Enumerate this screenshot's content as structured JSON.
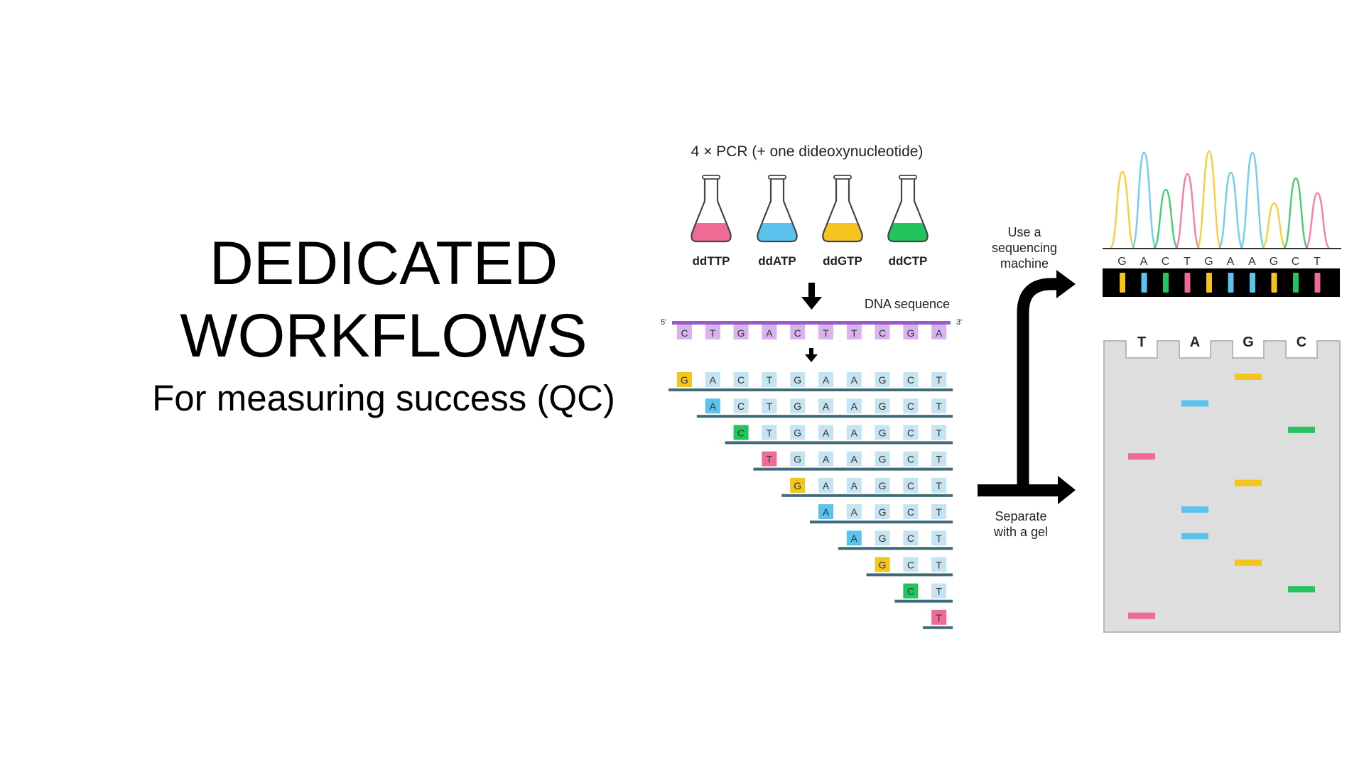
{
  "slide": {
    "title_line1": "DEDICATED",
    "title_line2": "WORKFLOWS",
    "subtitle": "For measuring success (QC)"
  },
  "diagram": {
    "pcr_caption": "4 × PCR (+ one dideoxynucleotide)",
    "flasks": [
      {
        "label": "ddTTP",
        "base": "T",
        "color": "#f06b94"
      },
      {
        "label": "ddATP",
        "base": "A",
        "color": "#5cc3ef"
      },
      {
        "label": "ddGTP",
        "base": "G",
        "color": "#f5c51f"
      },
      {
        "label": "ddCTP",
        "base": "C",
        "color": "#23c35e"
      }
    ],
    "dna_sequence_label": "DNA sequence",
    "five_prime": "5'",
    "three_prime": "3'",
    "template": [
      "C",
      "T",
      "G",
      "A",
      "C",
      "T",
      "T",
      "C",
      "G",
      "A"
    ],
    "fragments": [
      [
        "G",
        "A",
        "C",
        "T",
        "G",
        "A",
        "A",
        "G",
        "C",
        "T"
      ],
      [
        "A",
        "C",
        "T",
        "G",
        "A",
        "A",
        "G",
        "C",
        "T"
      ],
      [
        "C",
        "T",
        "G",
        "A",
        "A",
        "G",
        "C",
        "T"
      ],
      [
        "T",
        "G",
        "A",
        "A",
        "G",
        "C",
        "T"
      ],
      [
        "G",
        "A",
        "A",
        "G",
        "C",
        "T"
      ],
      [
        "A",
        "A",
        "G",
        "C",
        "T"
      ],
      [
        "A",
        "G",
        "C",
        "T"
      ],
      [
        "G",
        "C",
        "T"
      ],
      [
        "C",
        "T"
      ],
      [
        "T"
      ]
    ],
    "sequencer_label": [
      "Use a",
      "sequencing",
      "machine"
    ],
    "gel_label": [
      "Separate",
      "with a gel"
    ],
    "chromatogram_sequence": [
      "G",
      "A",
      "C",
      "T",
      "G",
      "A",
      "A",
      "G",
      "C",
      "T"
    ],
    "gel_lanes": [
      "T",
      "A",
      "G",
      "C"
    ],
    "gel_bands": [
      {
        "lane": "G",
        "row": 0
      },
      {
        "lane": "A",
        "row": 1
      },
      {
        "lane": "C",
        "row": 2
      },
      {
        "lane": "T",
        "row": 3
      },
      {
        "lane": "G",
        "row": 4
      },
      {
        "lane": "A",
        "row": 5
      },
      {
        "lane": "A",
        "row": 6
      },
      {
        "lane": "G",
        "row": 7
      },
      {
        "lane": "C",
        "row": 8
      },
      {
        "lane": "T",
        "row": 9
      }
    ],
    "colors": {
      "T": "#f06b94",
      "A": "#5cc3ef",
      "G": "#f5c51f",
      "C": "#23c35e",
      "template_box": "#d9b3f0",
      "template_line": "#9b59c9",
      "fragment_box": "#c6e3f2",
      "fragment_line": "#3e6b77",
      "gel": "#dedede"
    }
  }
}
